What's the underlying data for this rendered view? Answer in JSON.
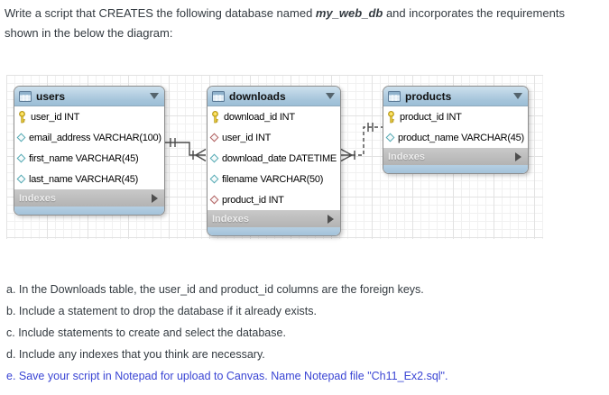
{
  "paragraph": {
    "line1_pre": "Write a script that CREATES the following database named ",
    "line1_bold": "my_web_db",
    "line1_post": " and incorporates the requirements",
    "line2": "shown in the below the diagram:"
  },
  "diagram": {
    "tables": [
      {
        "name": "users",
        "columns": [
          {
            "icon": "primary-key",
            "label": "user_id INT"
          },
          {
            "icon": "column",
            "label": "email_address VARCHAR(100)"
          },
          {
            "icon": "column",
            "label": "first_name VARCHAR(45)"
          },
          {
            "icon": "column",
            "label": "last_name VARCHAR(45)"
          }
        ],
        "indexes_label": "Indexes"
      },
      {
        "name": "downloads",
        "columns": [
          {
            "icon": "primary-key",
            "label": "download_id INT"
          },
          {
            "icon": "foreign-key",
            "label": "user_id INT"
          },
          {
            "icon": "column",
            "label": "download_date DATETIME"
          },
          {
            "icon": "column",
            "label": "filename VARCHAR(50)"
          },
          {
            "icon": "foreign-key",
            "label": "product_id INT"
          }
        ],
        "indexes_label": "Indexes"
      },
      {
        "name": "products",
        "columns": [
          {
            "icon": "primary-key",
            "label": "product_id INT"
          },
          {
            "icon": "column",
            "label": "product_name VARCHAR(45)"
          }
        ],
        "indexes_label": "Indexes"
      }
    ],
    "relationships": [
      {
        "from": "users",
        "from_cardinality": "one",
        "to": "downloads",
        "to_cardinality": "many",
        "line_style": "solid"
      },
      {
        "from": "products",
        "from_cardinality": "one",
        "to": "downloads",
        "to_cardinality": "many",
        "line_style": "dashed"
      }
    ]
  },
  "requirements": [
    {
      "text": "a. In the Downloads table, the user_id and product_id columns are the foreign keys.",
      "highlight": false
    },
    {
      "text": "b. Include a statement to drop the database if it already exists.",
      "highlight": false
    },
    {
      "text": "c. Include statements to create and select the database.",
      "highlight": false
    },
    {
      "text": "d. Include any indexes that you think are necessary.",
      "highlight": false
    },
    {
      "text": "e. Save your script in Notepad for upload to Canvas. Name Notepad file \"Ch11_Ex2.sql\".",
      "highlight": true
    }
  ],
  "colors": {
    "table_header_blue": "#a6c5db",
    "indexes_gray": "#bdbdbd",
    "primary_key_yellow": "#f0cc33",
    "column_diamond_teal": "#55aab4",
    "foreign_key_diamond_red": "#b06060",
    "body_text": "#333a40",
    "highlight_text_blue": "#3a45d4",
    "connector": "#4a4a4a"
  }
}
